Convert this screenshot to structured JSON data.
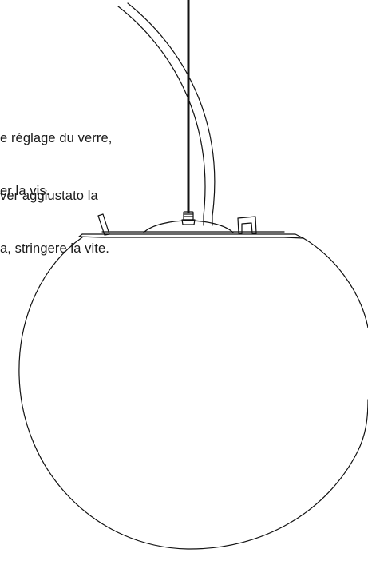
{
  "instructions": {
    "french": {
      "line1": "e réglage du verre,",
      "line2": "er la vis."
    },
    "italian": {
      "line1": "ver aggiustato la",
      "line2": "a, stringere la vite."
    }
  },
  "illustration": {
    "subject": "pendant-globe-lamp",
    "line_color": "#111111",
    "background_color": "#ffffff"
  }
}
